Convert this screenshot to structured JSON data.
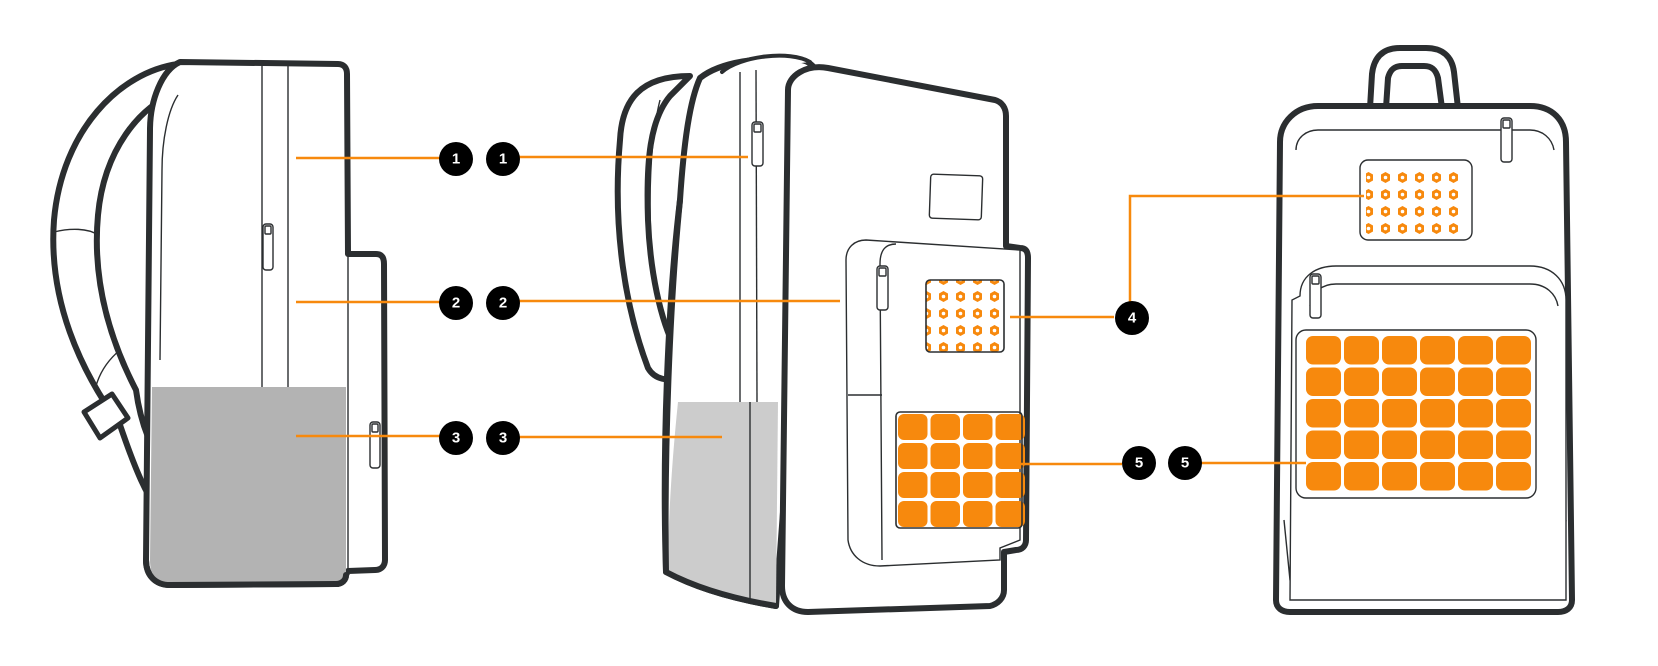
{
  "colors": {
    "outline": "#2b2e30",
    "accent_orange": "#f7890d",
    "mesh_gray_side": "#b3b3b3",
    "mesh_gray_front": "#cccccc",
    "badge_fill": "#000000",
    "badge_text": "#ffffff"
  },
  "views": [
    "side-view",
    "three-quarter-view",
    "front-view"
  ],
  "callouts": {
    "c1": "1",
    "c2": "2",
    "c3": "3",
    "c4": "4",
    "c5": "5"
  }
}
